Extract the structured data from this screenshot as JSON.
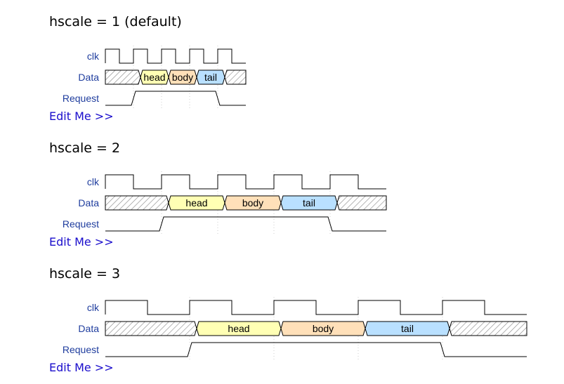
{
  "diagrams": [
    {
      "title": "hscale = 1 (default)",
      "hscale": 1,
      "edit_link": "Edit Me >>",
      "signals": [
        {
          "name": "clk",
          "type": "clock"
        },
        {
          "name": "Data",
          "type": "bus",
          "segments": [
            {
              "kind": "x",
              "cycles": 1.25
            },
            {
              "kind": "data",
              "label": "head",
              "color": "#ffffb4",
              "cycles": 1
            },
            {
              "kind": "data",
              "label": "body",
              "color": "#ffe0b9",
              "cycles": 1
            },
            {
              "kind": "data",
              "label": "tail",
              "color": "#b9e0ff",
              "cycles": 1
            },
            {
              "kind": "x",
              "cycles": 0.75
            }
          ]
        },
        {
          "name": "Request",
          "type": "digital",
          "transitions": [
            [
              0,
              0
            ],
            [
              1,
              1
            ],
            [
              4,
              0
            ]
          ]
        }
      ]
    },
    {
      "title": "hscale = 2",
      "hscale": 2,
      "edit_link": "Edit Me >>",
      "signals": [
        {
          "name": "clk",
          "type": "clock"
        },
        {
          "name": "Data",
          "type": "bus",
          "segments": [
            {
              "kind": "x",
              "cycles": 1.125
            },
            {
              "kind": "data",
              "label": "head",
              "color": "#ffffb4",
              "cycles": 1
            },
            {
              "kind": "data",
              "label": "body",
              "color": "#ffe0b9",
              "cycles": 1
            },
            {
              "kind": "data",
              "label": "tail",
              "color": "#b9e0ff",
              "cycles": 1
            },
            {
              "kind": "x",
              "cycles": 0.875
            }
          ]
        },
        {
          "name": "Request",
          "type": "digital",
          "transitions": [
            [
              0,
              0
            ],
            [
              1,
              1
            ],
            [
              4,
              0
            ]
          ]
        }
      ]
    },
    {
      "title": "hscale = 3",
      "hscale": 3,
      "edit_link": "Edit Me >>",
      "signals": [
        {
          "name": "clk",
          "type": "clock"
        },
        {
          "name": "Data",
          "type": "bus",
          "segments": [
            {
              "kind": "x",
              "cycles": 1.0833
            },
            {
              "kind": "data",
              "label": "head",
              "color": "#ffffb4",
              "cycles": 1
            },
            {
              "kind": "data",
              "label": "body",
              "color": "#ffe0b9",
              "cycles": 1
            },
            {
              "kind": "data",
              "label": "tail",
              "color": "#b9e0ff",
              "cycles": 1
            },
            {
              "kind": "x",
              "cycles": 0.9167
            }
          ]
        },
        {
          "name": "Request",
          "type": "digital",
          "transitions": [
            [
              0,
              0
            ],
            [
              1,
              1
            ],
            [
              4,
              0
            ]
          ]
        }
      ]
    }
  ]
}
